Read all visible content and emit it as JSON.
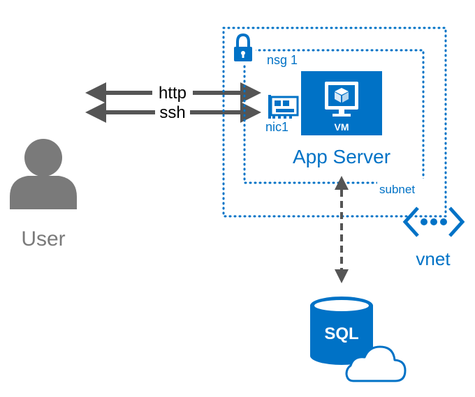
{
  "user": {
    "label": "User"
  },
  "connections": {
    "http_label": "http",
    "ssh_label": "ssh"
  },
  "nsg": {
    "label": "nsg 1"
  },
  "nic": {
    "label": "nic1"
  },
  "vm": {
    "badge": "VM",
    "label": "App Server"
  },
  "subnet": {
    "label": "subnet"
  },
  "vnet": {
    "label": "vnet"
  },
  "database": {
    "label": "SQL"
  },
  "colors": {
    "azure_blue": "#0072c6",
    "user_gray": "#7a7a7a",
    "arrow_gray": "#555555",
    "white": "#ffffff"
  }
}
